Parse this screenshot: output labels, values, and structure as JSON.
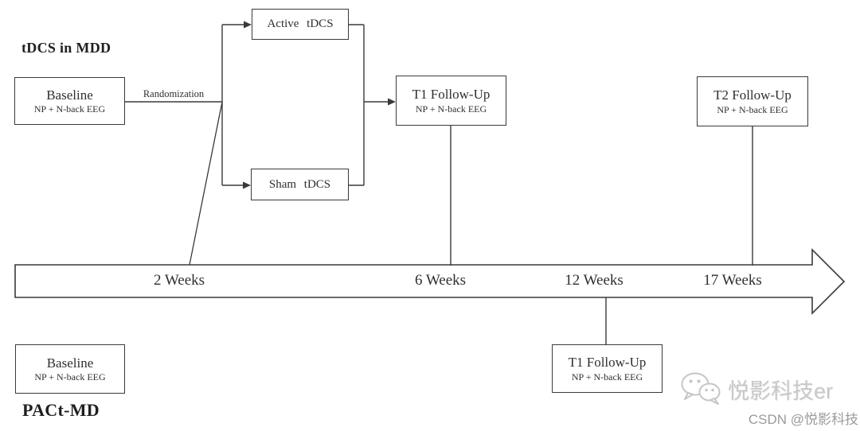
{
  "studies": {
    "top": {
      "title": "tDCS in MDD",
      "baseline_title": "Baseline",
      "baseline_subtitle": "NP + N-back EEG",
      "randomization": "Randomization",
      "active_arm": "Active tDCS",
      "sham_arm": "Sham tDCS",
      "t1_title": "T1 Follow-Up",
      "t1_subtitle": "NP + N-back EEG",
      "t2_title": "T2 Follow-Up",
      "t2_subtitle": "NP + N-back EEG"
    },
    "bottom": {
      "title": "PACt-MD",
      "baseline_title": "Baseline",
      "baseline_subtitle": "NP + N-back EEG",
      "t1_title": "T1 Follow-Up",
      "t1_subtitle": "NP + N-back EEG"
    }
  },
  "timeline": {
    "labels": [
      "2 Weeks",
      "6 Weeks",
      "12 Weeks",
      "17 Weeks"
    ]
  },
  "watermark": {
    "handle": "悦影科技er",
    "attribution": "CSDN @悦影科技"
  },
  "colors": {
    "line": "#3a3a3a",
    "background": "#ffffff",
    "watermark_light": "#c8c8c8",
    "watermark_dark": "#9b9b9b"
  }
}
